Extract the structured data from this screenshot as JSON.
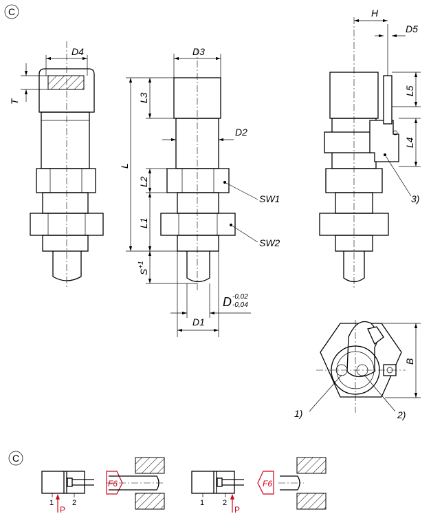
{
  "section_marker": "C",
  "front_view": {
    "d4": "D4",
    "t": "T"
  },
  "side_view": {
    "d3": "D3",
    "l3": "L3",
    "d2": "D2",
    "l": "L",
    "l2": "L2",
    "sw1": "SW1",
    "l1": "L1",
    "sw2": "SW2",
    "s": "S",
    "s_tol": "+1",
    "d": "D",
    "d_tol_upper": "-0,02",
    "d_tol_lower": "-0,04",
    "d1": "D1"
  },
  "sensor_view": {
    "h": "H",
    "d5": "D5",
    "l5": "L5",
    "l4": "L4",
    "callout3": "3)"
  },
  "bottom_view": {
    "b": "B",
    "callout1": "1)",
    "callout2": "2)"
  },
  "function_diagram": {
    "section_marker": "C",
    "left": {
      "force": "F6",
      "port1": "1",
      "port2": "2",
      "pressure": "P"
    },
    "right": {
      "force": "F6",
      "port1": "1",
      "port2": "2",
      "pressure": "P"
    }
  },
  "colors": {
    "accent": "#d0021b"
  }
}
